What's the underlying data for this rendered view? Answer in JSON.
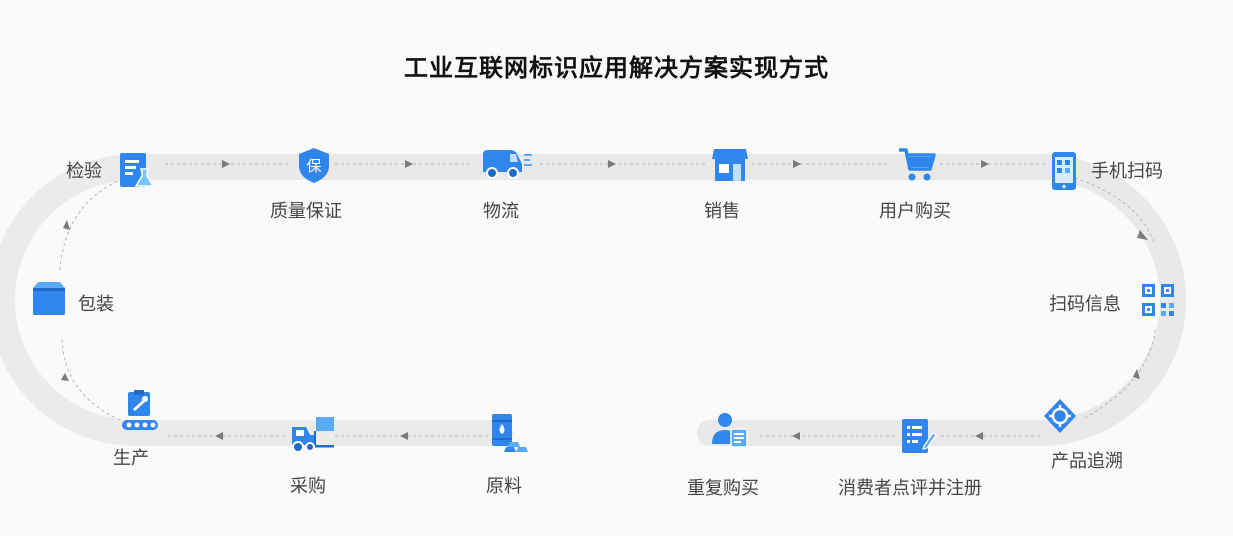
{
  "title": "工业互联网标识应用解决方案实现方式",
  "colors": {
    "accent": "#1f7be8",
    "accent_light": "#5aaaf5",
    "track": "#e6e6e6"
  },
  "steps": [
    {
      "id": "inspection",
      "label": "检验",
      "icon": "lab-report-icon"
    },
    {
      "id": "quality",
      "label": "质量保证",
      "icon": "shield-icon"
    },
    {
      "id": "logistics",
      "label": "物流",
      "icon": "delivery-truck-icon"
    },
    {
      "id": "sales",
      "label": "销售",
      "icon": "storefront-icon"
    },
    {
      "id": "user-buy",
      "label": "用户购买",
      "icon": "shopping-cart-icon"
    },
    {
      "id": "phone-scan",
      "label": "手机扫码",
      "icon": "mobile-phone-icon"
    },
    {
      "id": "scan-info",
      "label": "扫码信息",
      "icon": "qr-code-icon"
    },
    {
      "id": "trace",
      "label": "产品追溯",
      "icon": "target-icon"
    },
    {
      "id": "review",
      "label": "消费者点评并注册",
      "icon": "edit-document-icon"
    },
    {
      "id": "repurchase",
      "label": "重复购买",
      "icon": "user-card-icon"
    },
    {
      "id": "raw",
      "label": "原料",
      "icon": "oil-barrel-icon"
    },
    {
      "id": "purchase",
      "label": "采购",
      "icon": "forklift-icon"
    },
    {
      "id": "production",
      "label": "生产",
      "icon": "assembly-line-icon"
    },
    {
      "id": "packaging",
      "label": "包装",
      "icon": "box-icon"
    }
  ]
}
